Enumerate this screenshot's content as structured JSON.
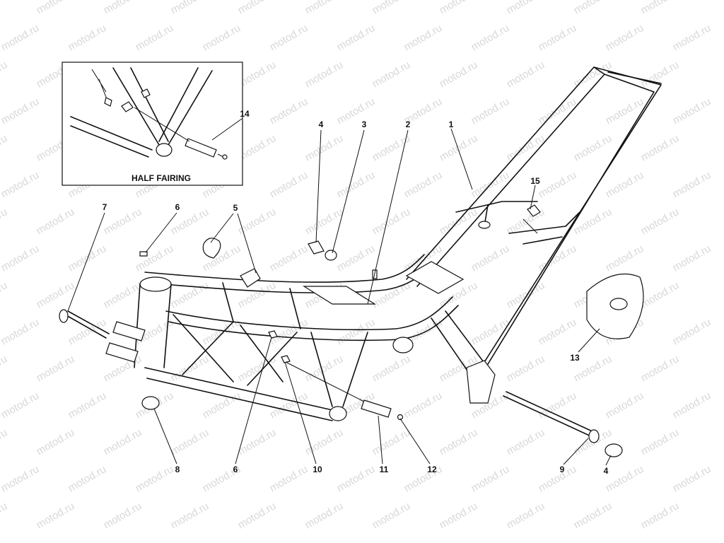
{
  "watermark": "motod.ru",
  "inset": {
    "title": "HALF FAIRING",
    "callout": "14"
  },
  "callouts": {
    "c1": "1",
    "c2": "2",
    "c3": "3",
    "c4a": "4",
    "c4b": "4",
    "c5": "5",
    "c6a": "6",
    "c6b": "6",
    "c7": "7",
    "c8": "8",
    "c9": "9",
    "c10": "10",
    "c11": "11",
    "c12": "12",
    "c13": "13",
    "c15": "15"
  }
}
